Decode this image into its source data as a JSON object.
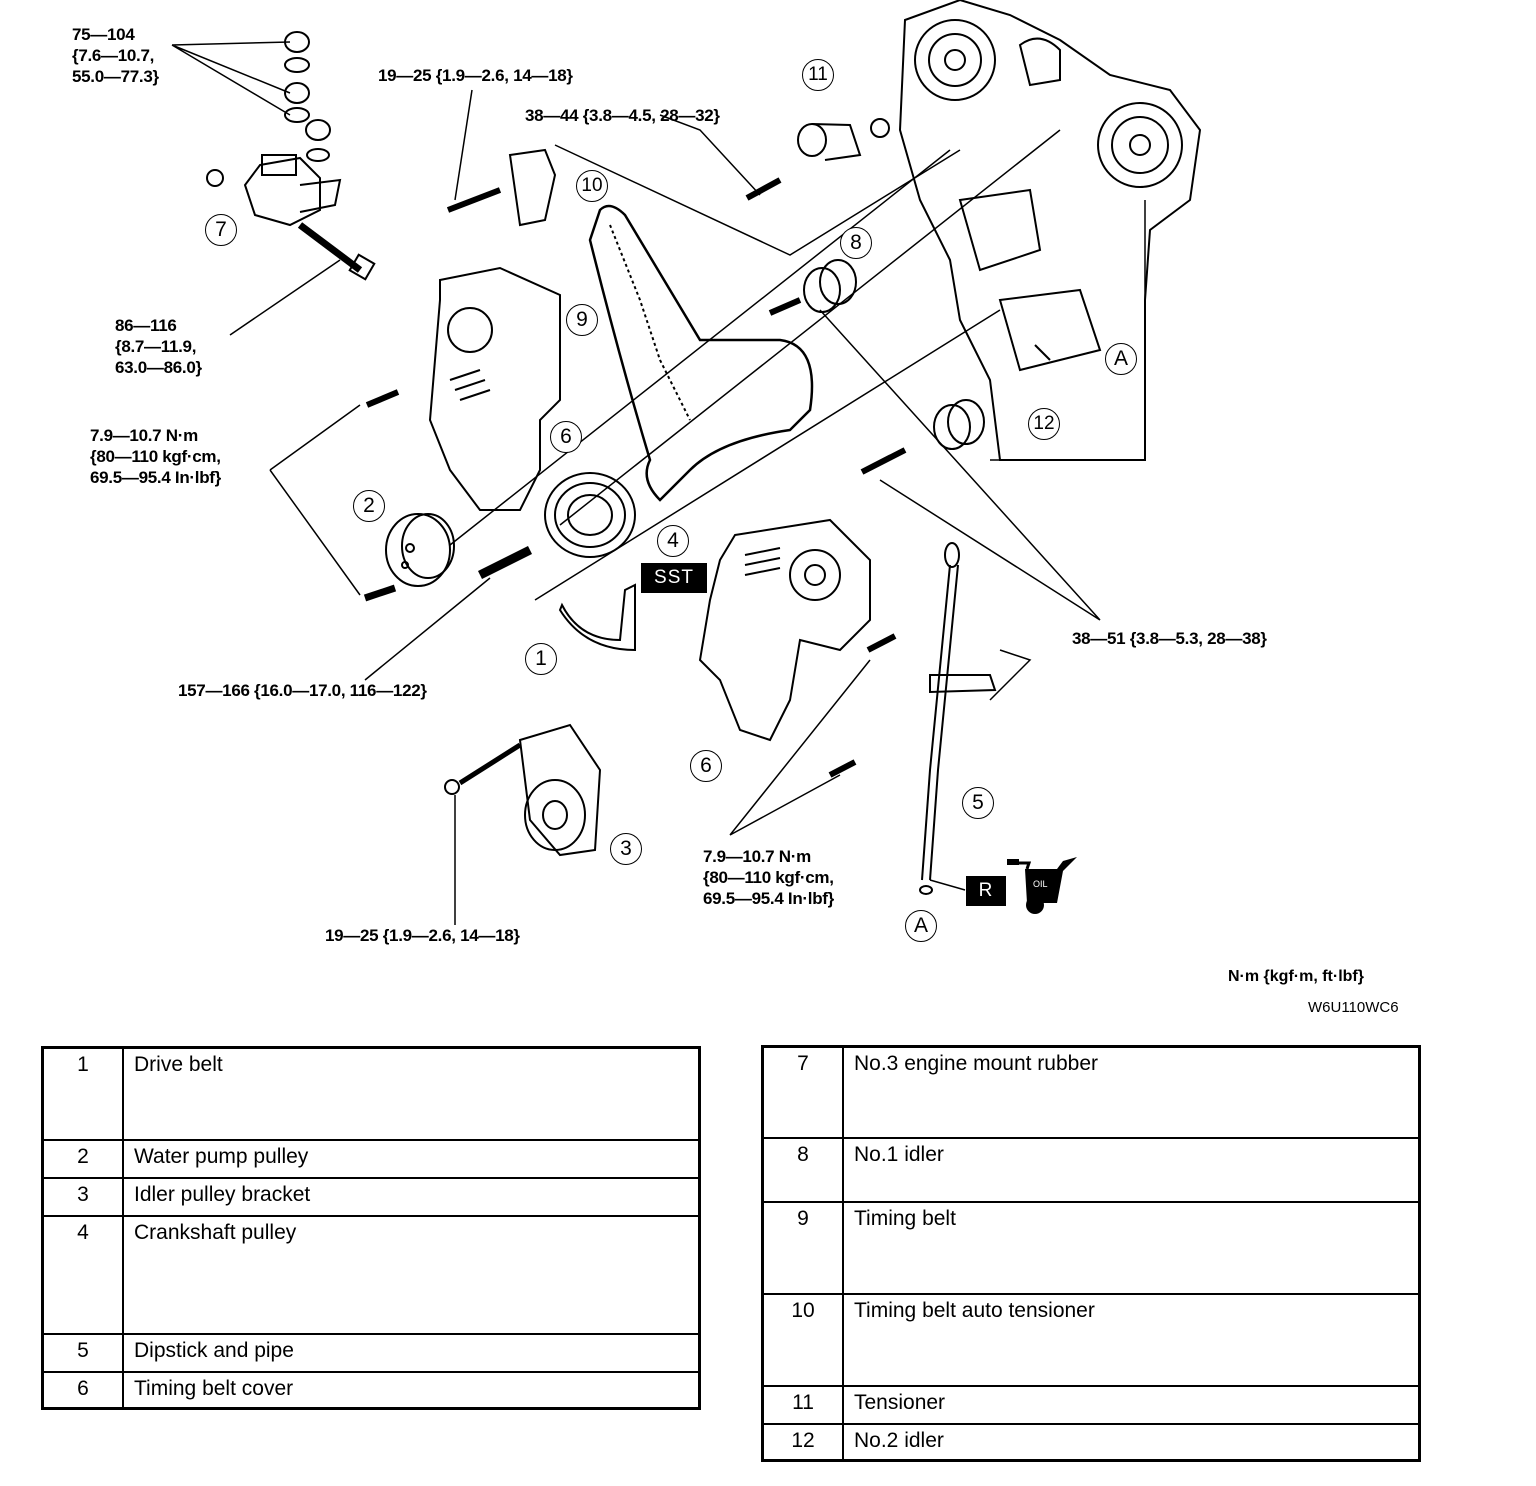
{
  "diagram": {
    "title_units": "N·m {kgf·m, ft·lbf}",
    "figure_code": "W6U110WC6",
    "torque_specs": {
      "mount_nuts": "75—104\n{7.6—10.7,\n55.0—77.3}",
      "tensioner_bracket_bolt_top": "19—25 {1.9—2.6, 14—18}",
      "tensioner_bolt": "38—44 {3.8—4.5, 28—32}",
      "mount_bolt": "86—116\n{8.7—11.9,\n63.0—86.0}",
      "cover_bolts_left": "7.9—10.7 N·m\n{80—110 kgf·cm,\n69.5—95.4 In·lbf}",
      "crank_bolt": "157—166 {16.0—17.0, 116—122}",
      "idler_bolts": "38—51 {3.8—5.3, 28—38}",
      "cover_bolts_lower": "7.9—10.7 N·m\n{80—110 kgf·cm,\n69.5—95.4 In·lbf}",
      "idler_bracket_bolt": "19—25 {1.9—2.6, 14—18}"
    },
    "callouts": [
      "1",
      "2",
      "3",
      "4",
      "5",
      "6",
      "6",
      "7",
      "8",
      "9",
      "10",
      "11",
      "12"
    ],
    "reference_marks": [
      "A",
      "A"
    ],
    "tags": {
      "sst": "SST",
      "replace": "R",
      "oil_icon": "oil-can-icon",
      "oil_text": "OIL"
    }
  },
  "parts_left": [
    {
      "num": "1",
      "name": "Drive belt"
    },
    {
      "num": "2",
      "name": "Water pump pulley"
    },
    {
      "num": "3",
      "name": "Idler pulley bracket"
    },
    {
      "num": "4",
      "name": "Crankshaft pulley"
    },
    {
      "num": "5",
      "name": "Dipstick and pipe"
    },
    {
      "num": "6",
      "name": "Timing belt cover"
    }
  ],
  "parts_right": [
    {
      "num": "7",
      "name": "No.3 engine mount rubber"
    },
    {
      "num": "8",
      "name": "No.1 idler"
    },
    {
      "num": "9",
      "name": "Timing belt"
    },
    {
      "num": "10",
      "name": "Timing belt auto tensioner"
    },
    {
      "num": "11",
      "name": "Tensioner"
    },
    {
      "num": "12",
      "name": "No.2 idler"
    }
  ]
}
